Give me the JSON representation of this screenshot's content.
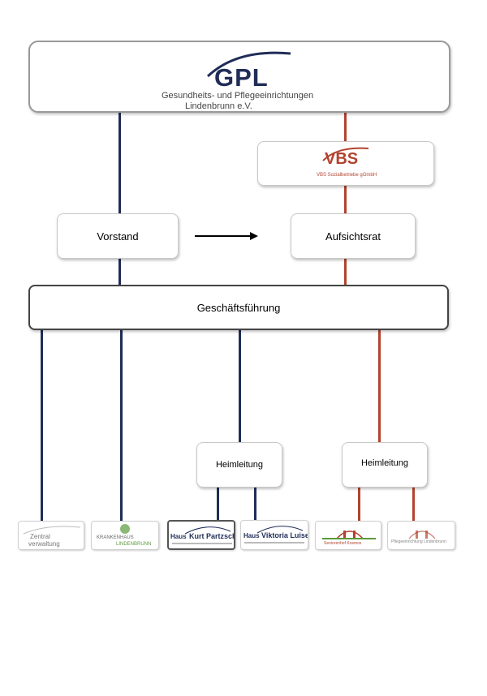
{
  "header": {
    "logo_text": "GPL",
    "line1": "Gesundheits- und Pflegeeinrichtungen",
    "line2": "Lindenbrunn e.V."
  },
  "vbs": {
    "logo_text": "VBS",
    "subtitle": "VBS Sozialbetriebe gGmbH"
  },
  "nodes": {
    "vorstand": "Vorstand",
    "aufsichtsrat": "Aufsichtsrat",
    "geschaeftsfuehrung": "Geschäftsführung",
    "heimleitung_1": "Heimleitung",
    "heimleitung_2": "Heimleitung"
  },
  "leaves": {
    "zentral_1": "Zentral",
    "zentral_2": "verwaltung",
    "krankenhaus_1": "KRANKENHAUS",
    "krankenhaus_2": "LINDENBRUNN",
    "haus_kurt_prefix": "Haus",
    "haus_kurt_name": "Kurt Partzsch",
    "haus_viktoria_prefix": "Haus",
    "haus_viktoria_name": "Viktoria Luise",
    "seniorenhof": "Seniorenhof Kosmos",
    "pflegeeinrichtung": "Pflegeeinrichtung Lindenbrunn"
  },
  "colors": {
    "navy": "#1f2d57",
    "red": "#b2432f",
    "green": "#5a9a3a"
  }
}
